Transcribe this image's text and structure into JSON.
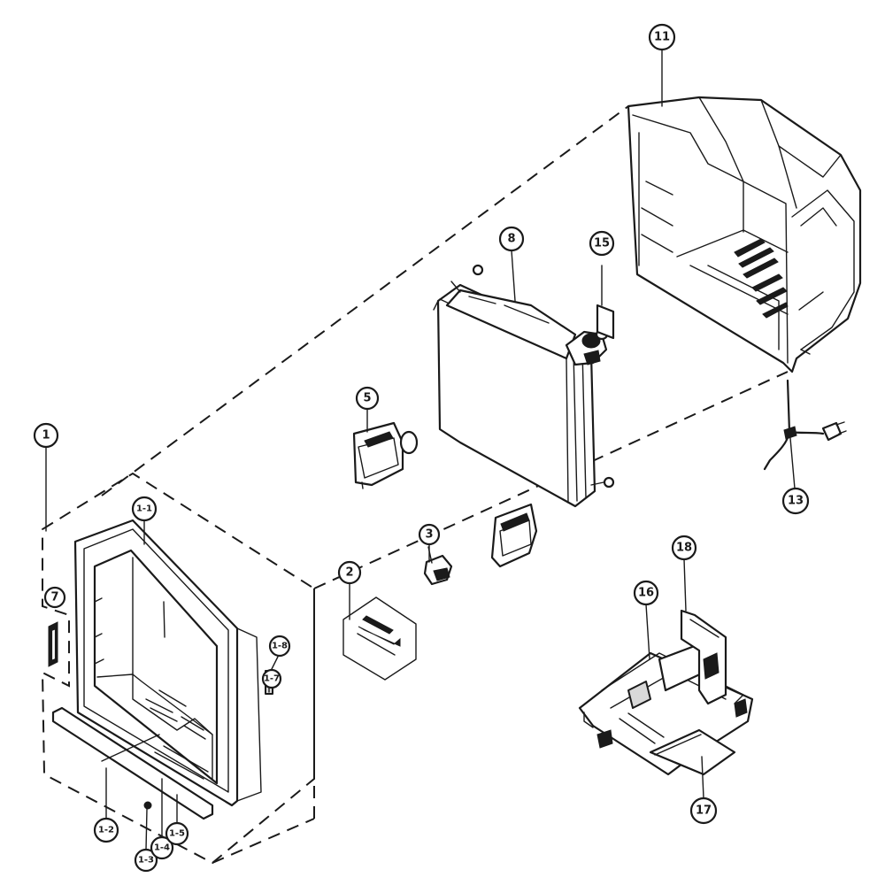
{
  "callouts": {
    "c1": "1",
    "c1_1": "1-1",
    "c1_2": "1-2",
    "c1_3": "1-3",
    "c1_4": "1-4",
    "c1_5": "1-5",
    "c1_7": "1-7",
    "c1_8": "1-8",
    "c2": "2",
    "c3": "3",
    "c5": "5",
    "c7": "7",
    "c8": "8",
    "c11": "11",
    "c13": "13",
    "c15": "15",
    "c16": "16",
    "c17": "17",
    "c18": "18"
  }
}
